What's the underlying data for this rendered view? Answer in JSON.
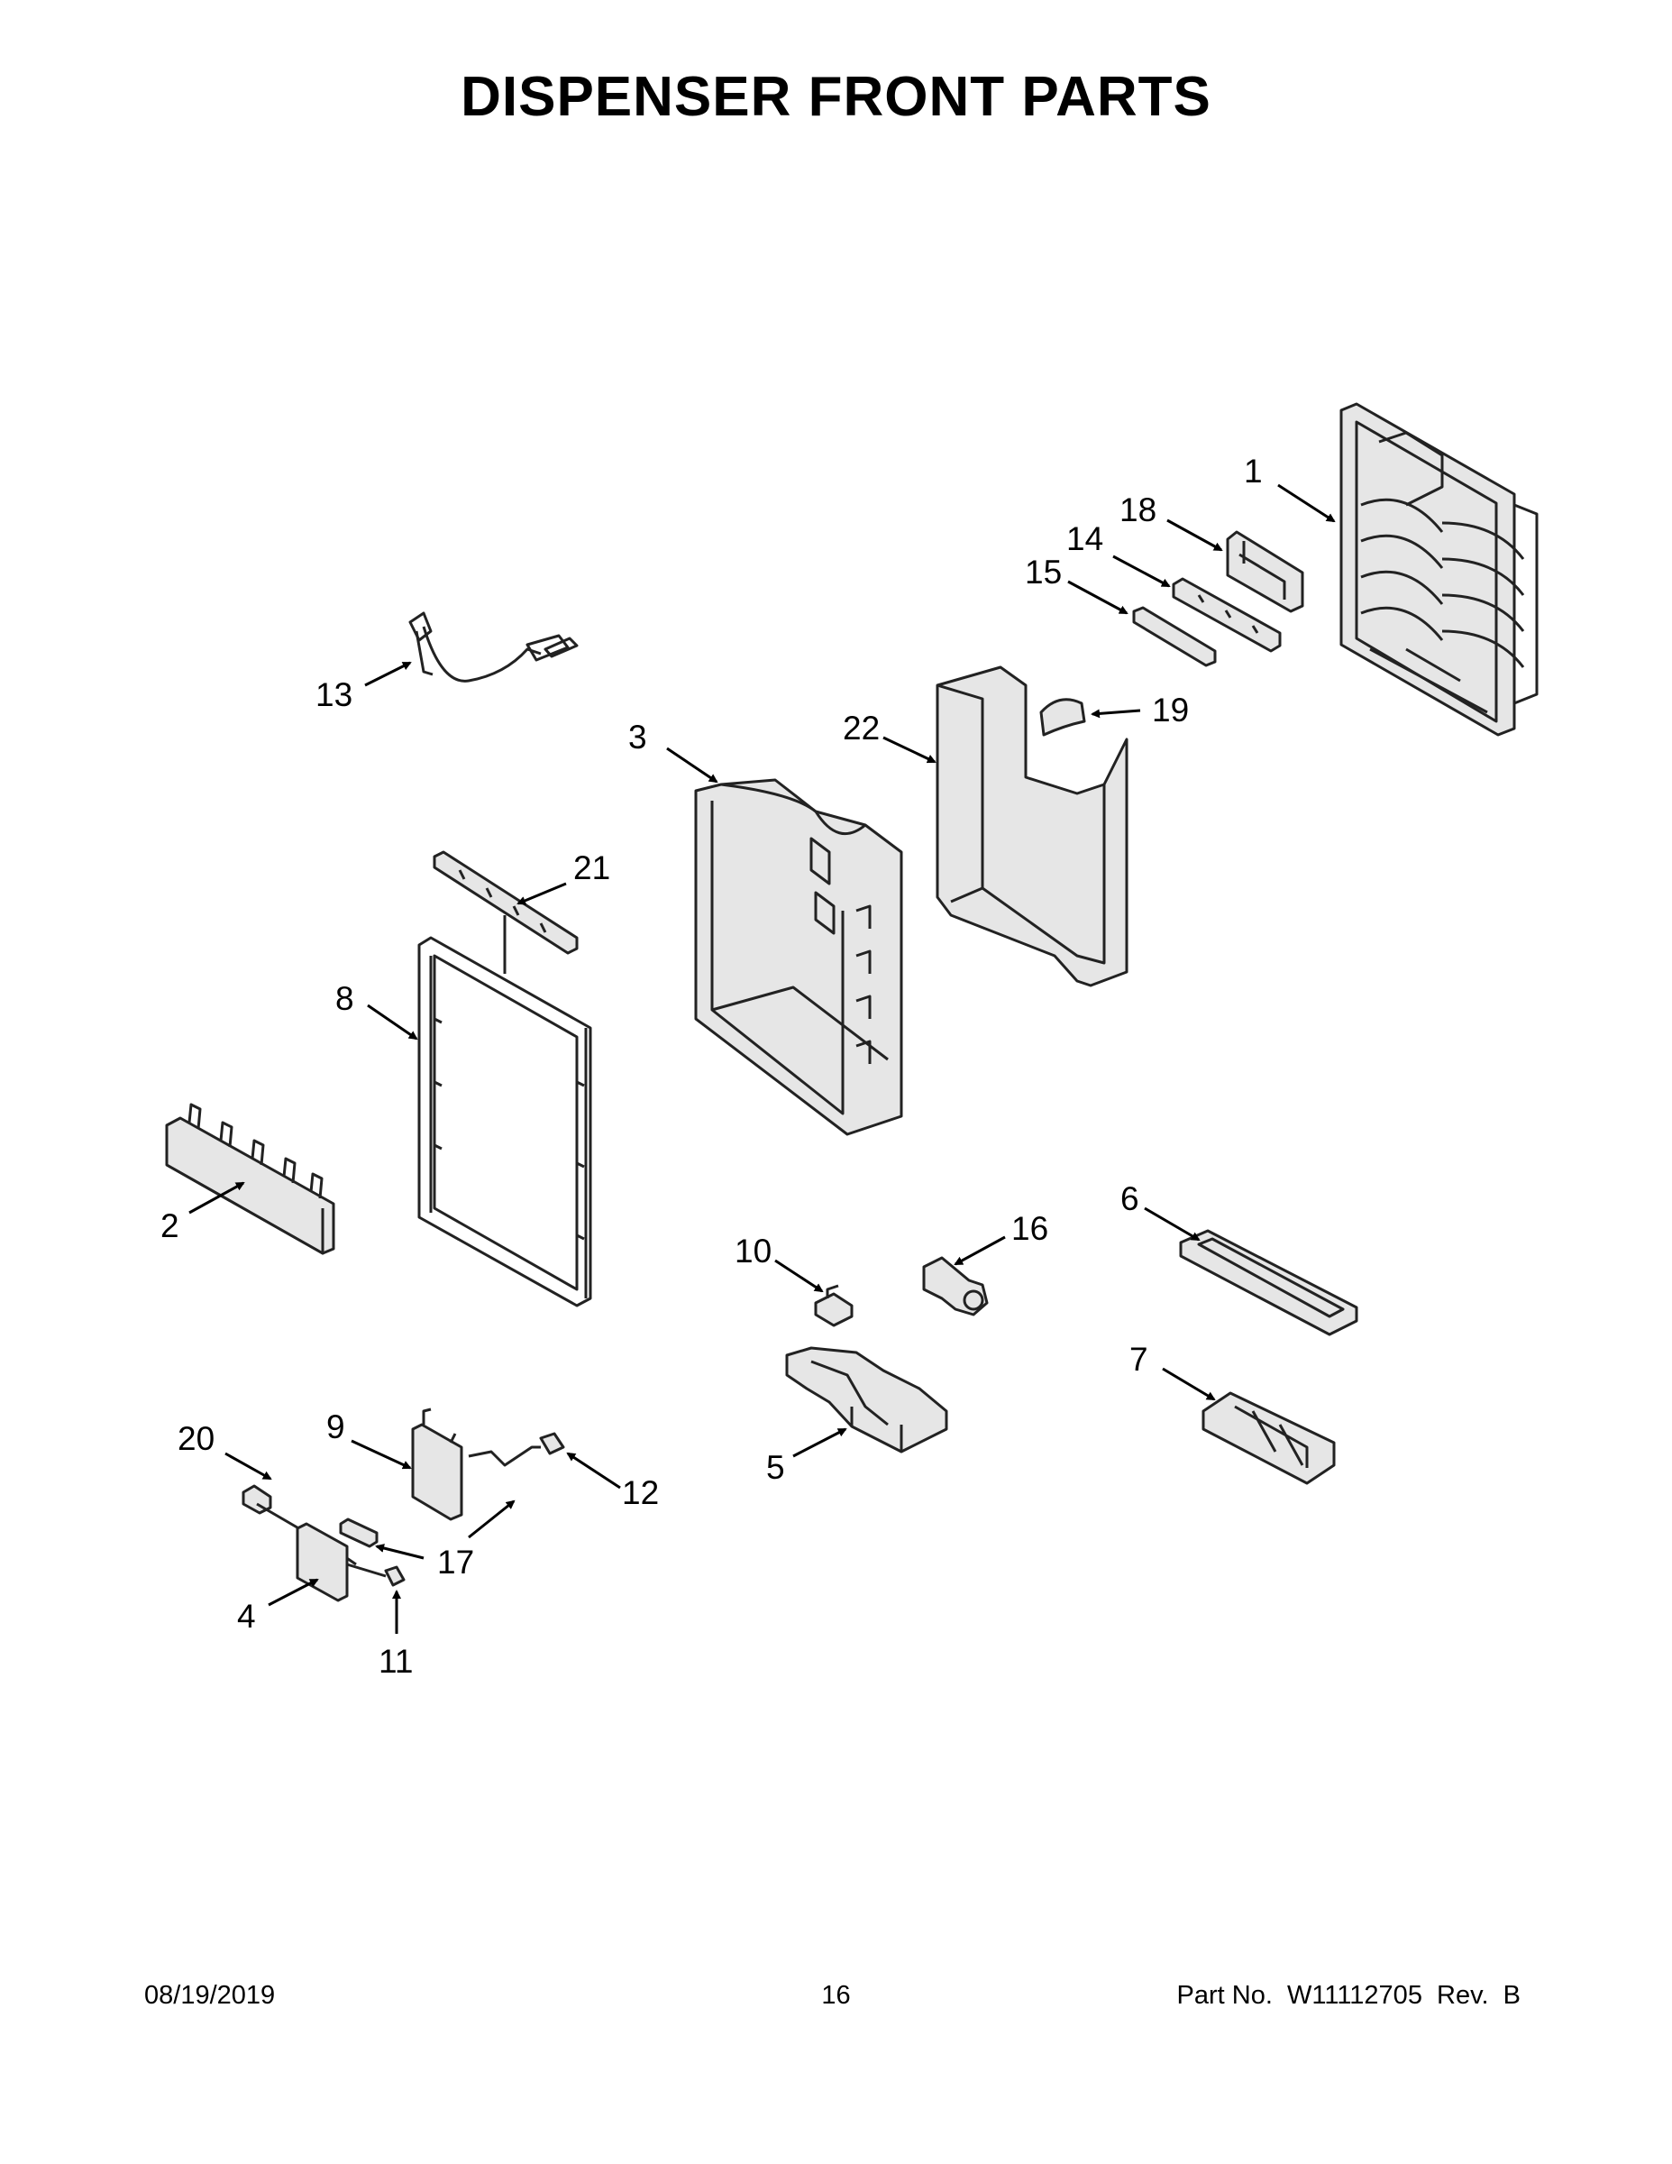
{
  "title": "DISPENSER FRONT PARTS",
  "footer": {
    "date": "08/19/2019",
    "page": "16",
    "part_no": "Part No.  W11112705  Rev.  B"
  },
  "callouts": [
    "1",
    "2",
    "3",
    "4",
    "5",
    "6",
    "7",
    "8",
    "9",
    "10",
    "11",
    "12",
    "13",
    "14",
    "15",
    "16",
    "17",
    "18",
    "19",
    "20",
    "21",
    "22"
  ]
}
